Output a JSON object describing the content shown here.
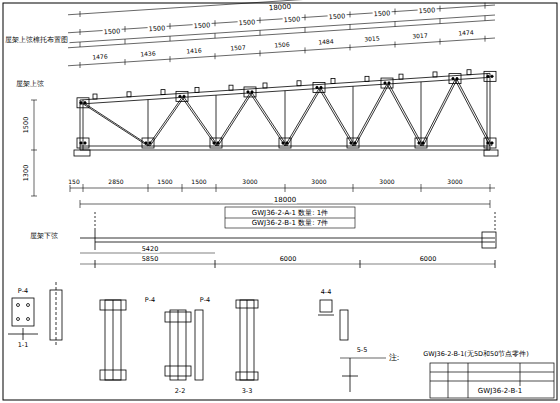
{
  "diagram": {
    "labels": [
      "屋架上弦檩托布置图",
      "18000",
      "1500",
      "1500",
      "1500",
      "1500",
      "1500",
      "1500",
      "1500",
      "1500",
      "1476",
      "1436",
      "1416",
      "1507",
      "1506",
      "1484",
      "3015",
      "3017",
      "1474",
      "屋架上弦",
      "1500",
      "1300",
      "150",
      "2850",
      "1500",
      "1500",
      "3000",
      "3000",
      "3000",
      "3000",
      "18000",
      "GWJ36-2-A-1  数量: 1件",
      "GWJ36-2-B-1  数量: 7件",
      "屋架下弦",
      "5420",
      "5850",
      "6000",
      "6000",
      "P-4",
      "1-1",
      "P-4",
      "P-4",
      "2-2",
      "3-3",
      "4-4",
      "5-5",
      "注:",
      "GWJ36-2-B-1(无5D和50节点零件)",
      "GWJ36-2-B-1"
    ]
  }
}
